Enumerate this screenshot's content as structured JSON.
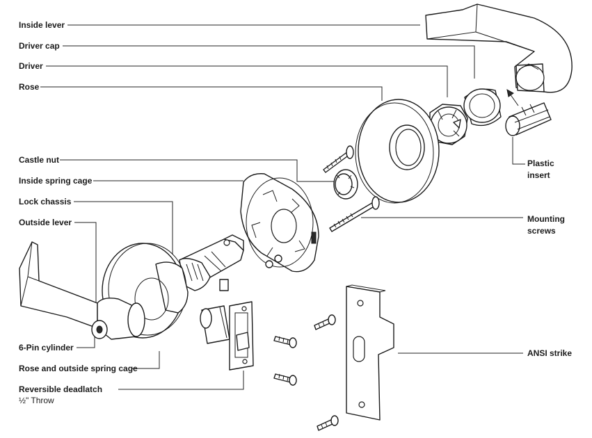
{
  "labels": {
    "inside_lever": "Inside lever",
    "driver_cap": "Driver cap",
    "driver": "Driver",
    "rose": "Rose",
    "castle_nut": "Castle nut",
    "inside_spring_cage": "Inside spring cage",
    "lock_chassis": "Lock chassis",
    "outside_lever": "Outside lever",
    "six_pin_cylinder": "6-Pin cylinder",
    "rose_outside_spring_cage": "Rose and outside spring cage",
    "reversible_deadlatch": "Reversible deadlatch",
    "deadlatch_throw": "½\" Throw",
    "plastic_insert_line1": "Plastic",
    "plastic_insert_line2": "insert",
    "mounting_screws_line1": "Mounting",
    "mounting_screws_line2": "screws",
    "ansi_strike": "ANSI strike"
  }
}
